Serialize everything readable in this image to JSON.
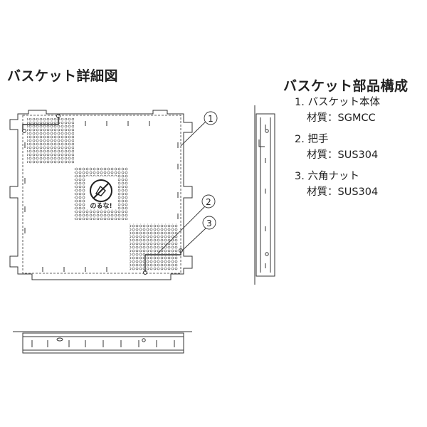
{
  "detail_title": "バスケット詳細図",
  "parts_title": "バスケット部品構成",
  "parts": [
    {
      "name": "1. バスケット本体",
      "material": "材質：SGMCC"
    },
    {
      "name": "2. 把手",
      "material": "材質：SUS304"
    },
    {
      "name": "3. 六角ナット",
      "material": "材質：SUS304"
    }
  ],
  "callouts": [
    "1",
    "2",
    "3"
  ],
  "logo_text": "のるな!"
}
